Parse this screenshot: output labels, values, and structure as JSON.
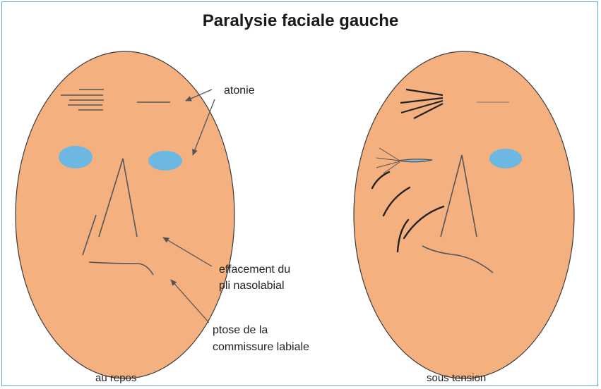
{
  "title": "Paralysie faciale gauche",
  "annotations": {
    "atonie": "atonie",
    "effacement_line1": "effacement du",
    "effacement_line2": "pli nasolabial",
    "ptose_line1": "ptose de la",
    "ptose_line2": "commissure labiale"
  },
  "captions": {
    "left": "au repos",
    "right": "sous tension"
  },
  "colors": {
    "face": "#f4b07e",
    "eye": "#6cb8e2",
    "line": "#555555",
    "frame": "#5aa9d6"
  }
}
